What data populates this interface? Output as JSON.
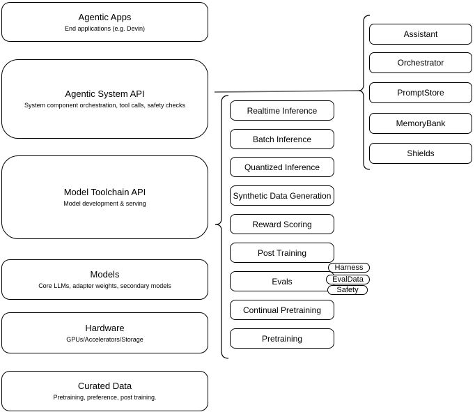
{
  "diagram": {
    "stack": [
      {
        "title": "Agentic Apps",
        "subtitle": "End applications (e.g. Devin)"
      },
      {
        "title": "Agentic System API",
        "subtitle": "System component orchestration, tool calls, safety checks"
      },
      {
        "title": "Model Toolchain API",
        "subtitle": "Model development & serving"
      },
      {
        "title": "Models",
        "subtitle": "Core LLMs, adapter weights, secondary models"
      },
      {
        "title": "Hardware",
        "subtitle": "GPUs/Accelerators/Storage"
      },
      {
        "title": "Curated Data",
        "subtitle": "Pretraining, preference, post training."
      }
    ],
    "toolchain_items": [
      {
        "label": "Realtime Inference"
      },
      {
        "label": "Batch Inference"
      },
      {
        "label": "Quantized Inference"
      },
      {
        "label": "Synthetic Data Generation"
      },
      {
        "label": "Reward Scoring"
      },
      {
        "label": "Post Training"
      },
      {
        "label": "Evals"
      },
      {
        "label": "Continual Pretraining"
      },
      {
        "label": "Pretraining"
      }
    ],
    "eval_tags": [
      {
        "label": "Harness"
      },
      {
        "label": "EvalData"
      },
      {
        "label": "Safety"
      }
    ],
    "system_components": [
      {
        "label": "Assistant"
      },
      {
        "label": "Orchestrator"
      },
      {
        "label": "PromptStore"
      },
      {
        "label": "MemoryBank"
      },
      {
        "label": "Shields"
      }
    ],
    "colors": {
      "node_border": "#000000",
      "node_fill": "#ffffff",
      "connector": "#666666"
    }
  }
}
